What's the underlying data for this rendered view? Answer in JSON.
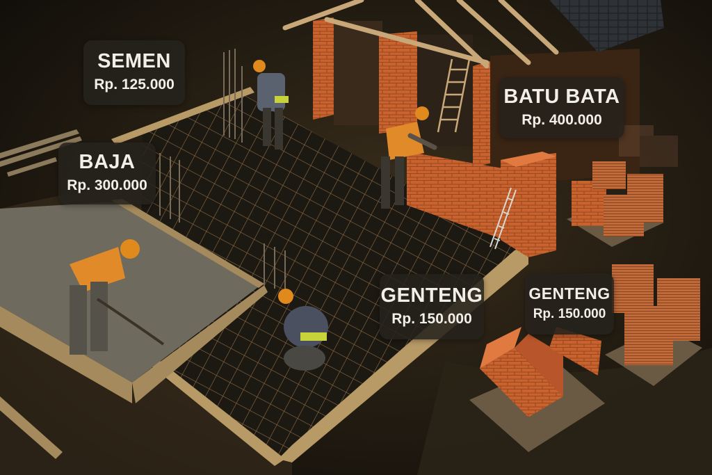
{
  "scene": {
    "description": "Aerial view of a house construction site at golden hour: workers on rebar grid foundation, brick walls, roof frame, pallets of bricks and roof tiles",
    "colors": {
      "label_bg": "#26221c",
      "label_text": "#f2efe8",
      "brick": "#c8622e",
      "ground": "#2a2317",
      "concrete": "#6f6a5e",
      "timber": "#b89a66",
      "roof_tile_dark": "#2e3236",
      "helmet": "#e08a1e"
    }
  },
  "labels": [
    {
      "id": "semen",
      "name": "SEMEN",
      "price": "Rp. 125.000"
    },
    {
      "id": "baja",
      "name": "BAJA",
      "price": "Rp. 300.000"
    },
    {
      "id": "batu-bata",
      "name": "BATU BATA",
      "price": "Rp. 400.000"
    },
    {
      "id": "genteng-1",
      "name": "GENTENG",
      "price": "Rp. 150.000"
    },
    {
      "id": "genteng-2",
      "name": "GENTENG",
      "price": "Rp. 150.000"
    }
  ]
}
